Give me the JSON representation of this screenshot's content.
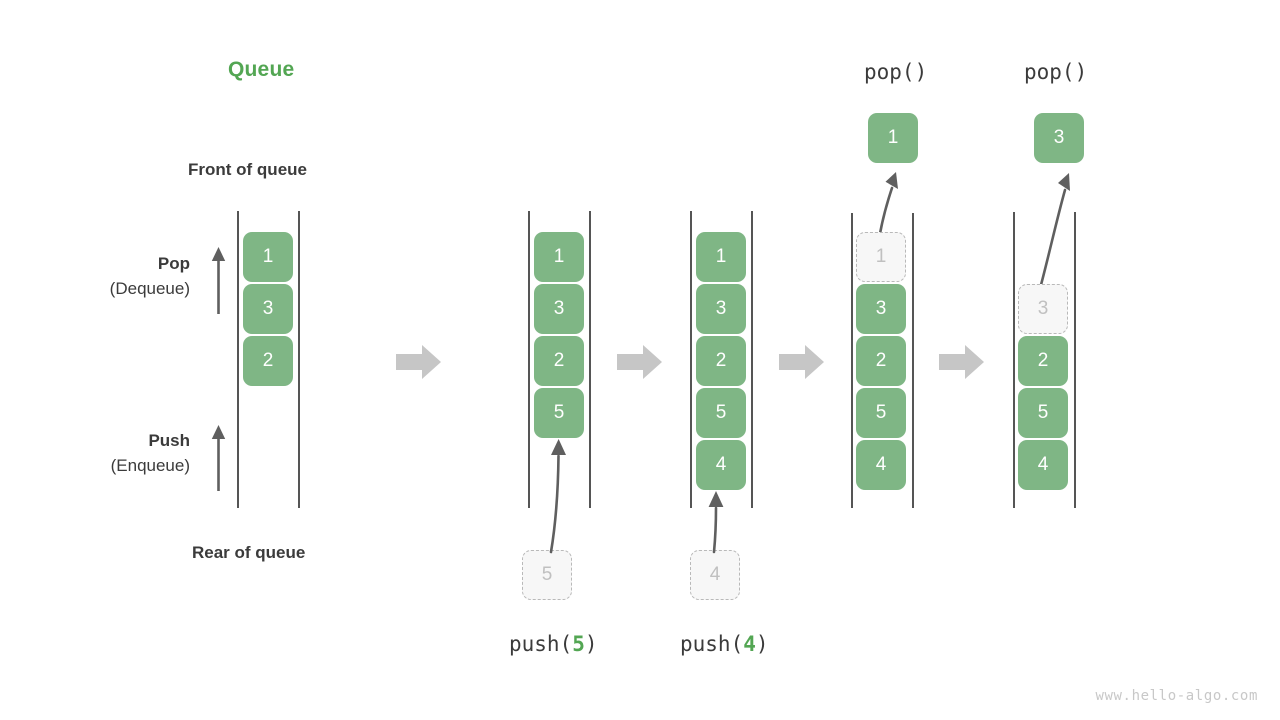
{
  "diagram": {
    "title": "Queue",
    "title_color": "#53a653",
    "accent_green": "#7fb685",
    "grey_arrow": "#c6c6c6",
    "dark_stroke": "#5f5f5f",
    "labels": {
      "front_of_queue": "Front of queue",
      "rear_of_queue": "Rear of queue"
    },
    "side_ops": [
      {
        "name": "pop",
        "main": "Pop",
        "sub": "(Dequeue)",
        "arrow": "up-arrow-icon"
      },
      {
        "name": "push",
        "main": "Push",
        "sub": "(Enqueue)",
        "arrow": "up-arrow-icon"
      }
    ],
    "steps": [
      {
        "id": "state-initial",
        "caption": "",
        "caption_num": "",
        "cells": [
          {
            "value": "1",
            "state": "filled"
          },
          {
            "value": "3",
            "state": "filled"
          },
          {
            "value": "2",
            "state": "filled"
          }
        ],
        "incoming": null,
        "outgoing": null
      },
      {
        "id": "state-after-push-5",
        "caption_prefix": "push(",
        "caption_num": "5",
        "caption_suffix": ")",
        "cells": [
          {
            "value": "1",
            "state": "filled"
          },
          {
            "value": "3",
            "state": "filled"
          },
          {
            "value": "2",
            "state": "filled"
          },
          {
            "value": "5",
            "state": "filled"
          }
        ],
        "incoming": {
          "value": "5",
          "state": "ghost"
        },
        "outgoing": null
      },
      {
        "id": "state-after-push-4",
        "caption_prefix": "push(",
        "caption_num": "4",
        "caption_suffix": ")",
        "cells": [
          {
            "value": "1",
            "state": "filled"
          },
          {
            "value": "3",
            "state": "filled"
          },
          {
            "value": "2",
            "state": "filled"
          },
          {
            "value": "5",
            "state": "filled"
          },
          {
            "value": "4",
            "state": "filled"
          }
        ],
        "incoming": {
          "value": "4",
          "state": "ghost"
        },
        "outgoing": null
      },
      {
        "id": "state-after-pop-1",
        "caption": "pop()",
        "cells": [
          {
            "value": "1",
            "state": "ghost"
          },
          {
            "value": "3",
            "state": "filled"
          },
          {
            "value": "2",
            "state": "filled"
          },
          {
            "value": "5",
            "state": "filled"
          },
          {
            "value": "4",
            "state": "filled"
          }
        ],
        "incoming": null,
        "outgoing": {
          "value": "1",
          "state": "popped"
        }
      },
      {
        "id": "state-after-pop-3",
        "caption": "pop()",
        "cells": [
          {
            "value": "3",
            "state": "ghost"
          },
          {
            "value": "2",
            "state": "filled"
          },
          {
            "value": "5",
            "state": "filled"
          },
          {
            "value": "4",
            "state": "filled"
          }
        ],
        "incoming": null,
        "outgoing": {
          "value": "3",
          "state": "popped"
        }
      }
    ],
    "step_arrows": 4,
    "watermark": "www.hello-algo.com"
  }
}
